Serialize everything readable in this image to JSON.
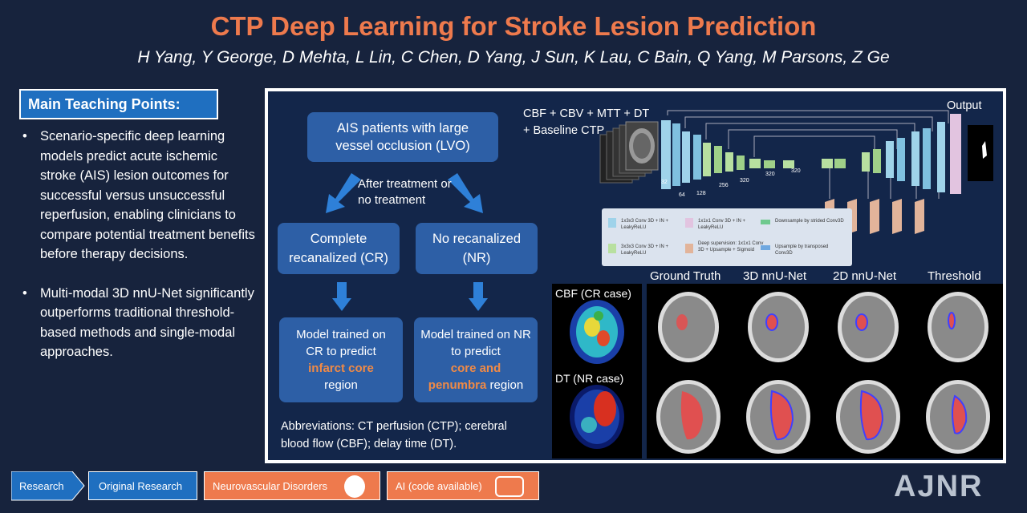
{
  "header": {
    "title": "CTP Deep Learning for Stroke Lesion Prediction",
    "authors": "H Yang, Y George, D Mehta, L Lin, C Chen, D Yang, J Sun, K Lau, C Bain, Q Yang, M Parsons, Z Ge"
  },
  "teaching": {
    "heading": "Main Teaching Points:",
    "points": [
      "Scenario-specific deep learning models predict acute ischemic stroke (AIS) lesion outcomes for successful versus unsuccessful reperfusion, enabling clinicians to compare potential treatment benefits before therapy decisions.",
      "Multi-modal 3D nnU-Net significantly outperforms traditional threshold-based methods and single-modal approaches."
    ]
  },
  "flow": {
    "top": "AIS patients with large vessel occlusion (LVO)",
    "treatment": "After treatment or no treatment",
    "cr": "Complete recanalized (CR)",
    "nr": "No recanalized (NR)",
    "model_cr_pre": "Model trained on CR to predict",
    "model_cr_hl": "infarct core",
    "model_cr_post": "region",
    "model_nr_pre": "Model trained on NR to predict",
    "model_nr_hl1": "core and",
    "model_nr_hl2": "penumbra",
    "model_nr_post": "region",
    "abbrev": "Abbreviations: CT perfusion (CTP); cerebral blood flow (CBF); delay time (DT)."
  },
  "network": {
    "input_label": "CBF + CBV + MTT + DT + Baseline CTP",
    "output_label": "Output",
    "channels": [
      "32",
      "64",
      "128",
      "256",
      "320",
      "320",
      "320"
    ],
    "legend": [
      "1x3x3 Conv 3D + IN + LeakyReLU",
      "1x1x1 Conv 3D + IN + LeakyReLU",
      "Downsample by strided Conv3D",
      "3x3x3 Conv 3D + IN + LeakyReLU",
      "Deep supervision: 1x1x1 Conv 3D + Upsample + Sigmoid",
      "Upsample by transposed Conv3D"
    ],
    "colors": {
      "blue": "#9fd3ea",
      "green": "#b8e0a0",
      "pink": "#e2c4e0",
      "salmon": "#e2b49a"
    }
  },
  "results": {
    "columns": [
      "Ground Truth",
      "3D nnU-Net",
      "2D nnU-Net",
      "Threshold"
    ],
    "rows": [
      "CBF (CR case)",
      "DT (NR case)"
    ]
  },
  "footer": {
    "tags": [
      "Research",
      "Original Research",
      "Neurovascular Disorders",
      "AI (code available)"
    ],
    "brand": "AJNR"
  }
}
